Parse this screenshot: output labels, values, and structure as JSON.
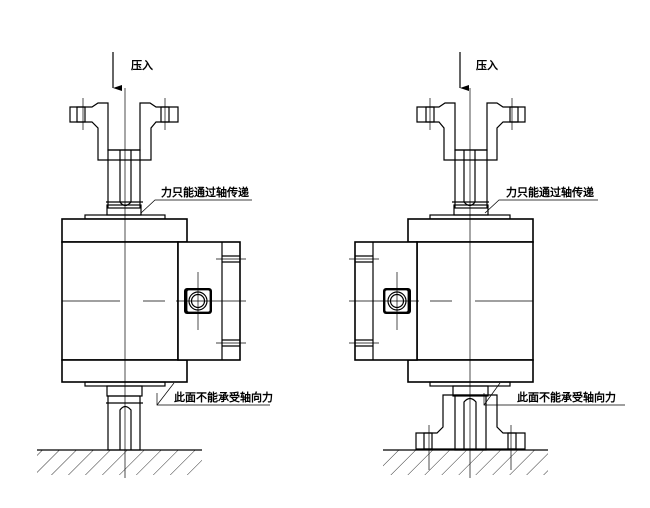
{
  "left_figure": {
    "press_label": "压入",
    "force_label": "力只能通过轴传递",
    "surface_label": "此面不能承受轴向力"
  },
  "right_figure": {
    "press_label": "压入",
    "force_label": "力只能通过轴传递",
    "surface_label": "此面不能承受轴向力"
  },
  "colors": {
    "line": "#000000",
    "background": "#ffffff"
  }
}
